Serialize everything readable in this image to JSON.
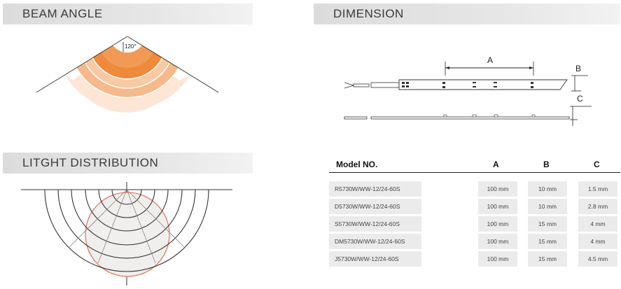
{
  "sections": {
    "beam_angle": "BEAM ANGLE",
    "dimension": "DIMENSION",
    "light_distribution": "LITGHT DISTRIBUTION"
  },
  "beam": {
    "angle_label": "120°"
  },
  "dimension_labels": {
    "a": "A",
    "b": "B",
    "c": "C"
  },
  "table": {
    "headers": {
      "model": "Model NO.",
      "a": "A",
      "b": "B",
      "c": "C"
    },
    "rows": [
      {
        "model": "R5730W/WW-12/24-60S",
        "a": "100 mm",
        "b": "10 mm",
        "c": "1.5 mm"
      },
      {
        "model": "D5730W/WW-12/24-60S",
        "a": "100 mm",
        "b": "10 mm",
        "c": "2.8 mm"
      },
      {
        "model": "S5730W/WW-12/24-60S",
        "a": "100 mm",
        "b": "15 mm",
        "c": "4 mm"
      },
      {
        "model": "DM5730W/WW-12/24-60S",
        "a": "100 mm",
        "b": "15 mm",
        "c": "4 mm"
      },
      {
        "model": "J5730W/WW-12/24-60S",
        "a": "100 mm",
        "b": "15 mm",
        "c": "4.5 mm"
      }
    ]
  },
  "colors": {
    "beam_inner": "#ef8a3c",
    "beam_mid": "#f7b98a",
    "beam_outer": "#fde6d6",
    "circle": "#e07a5f",
    "header_bg": "#e3e3e3"
  }
}
